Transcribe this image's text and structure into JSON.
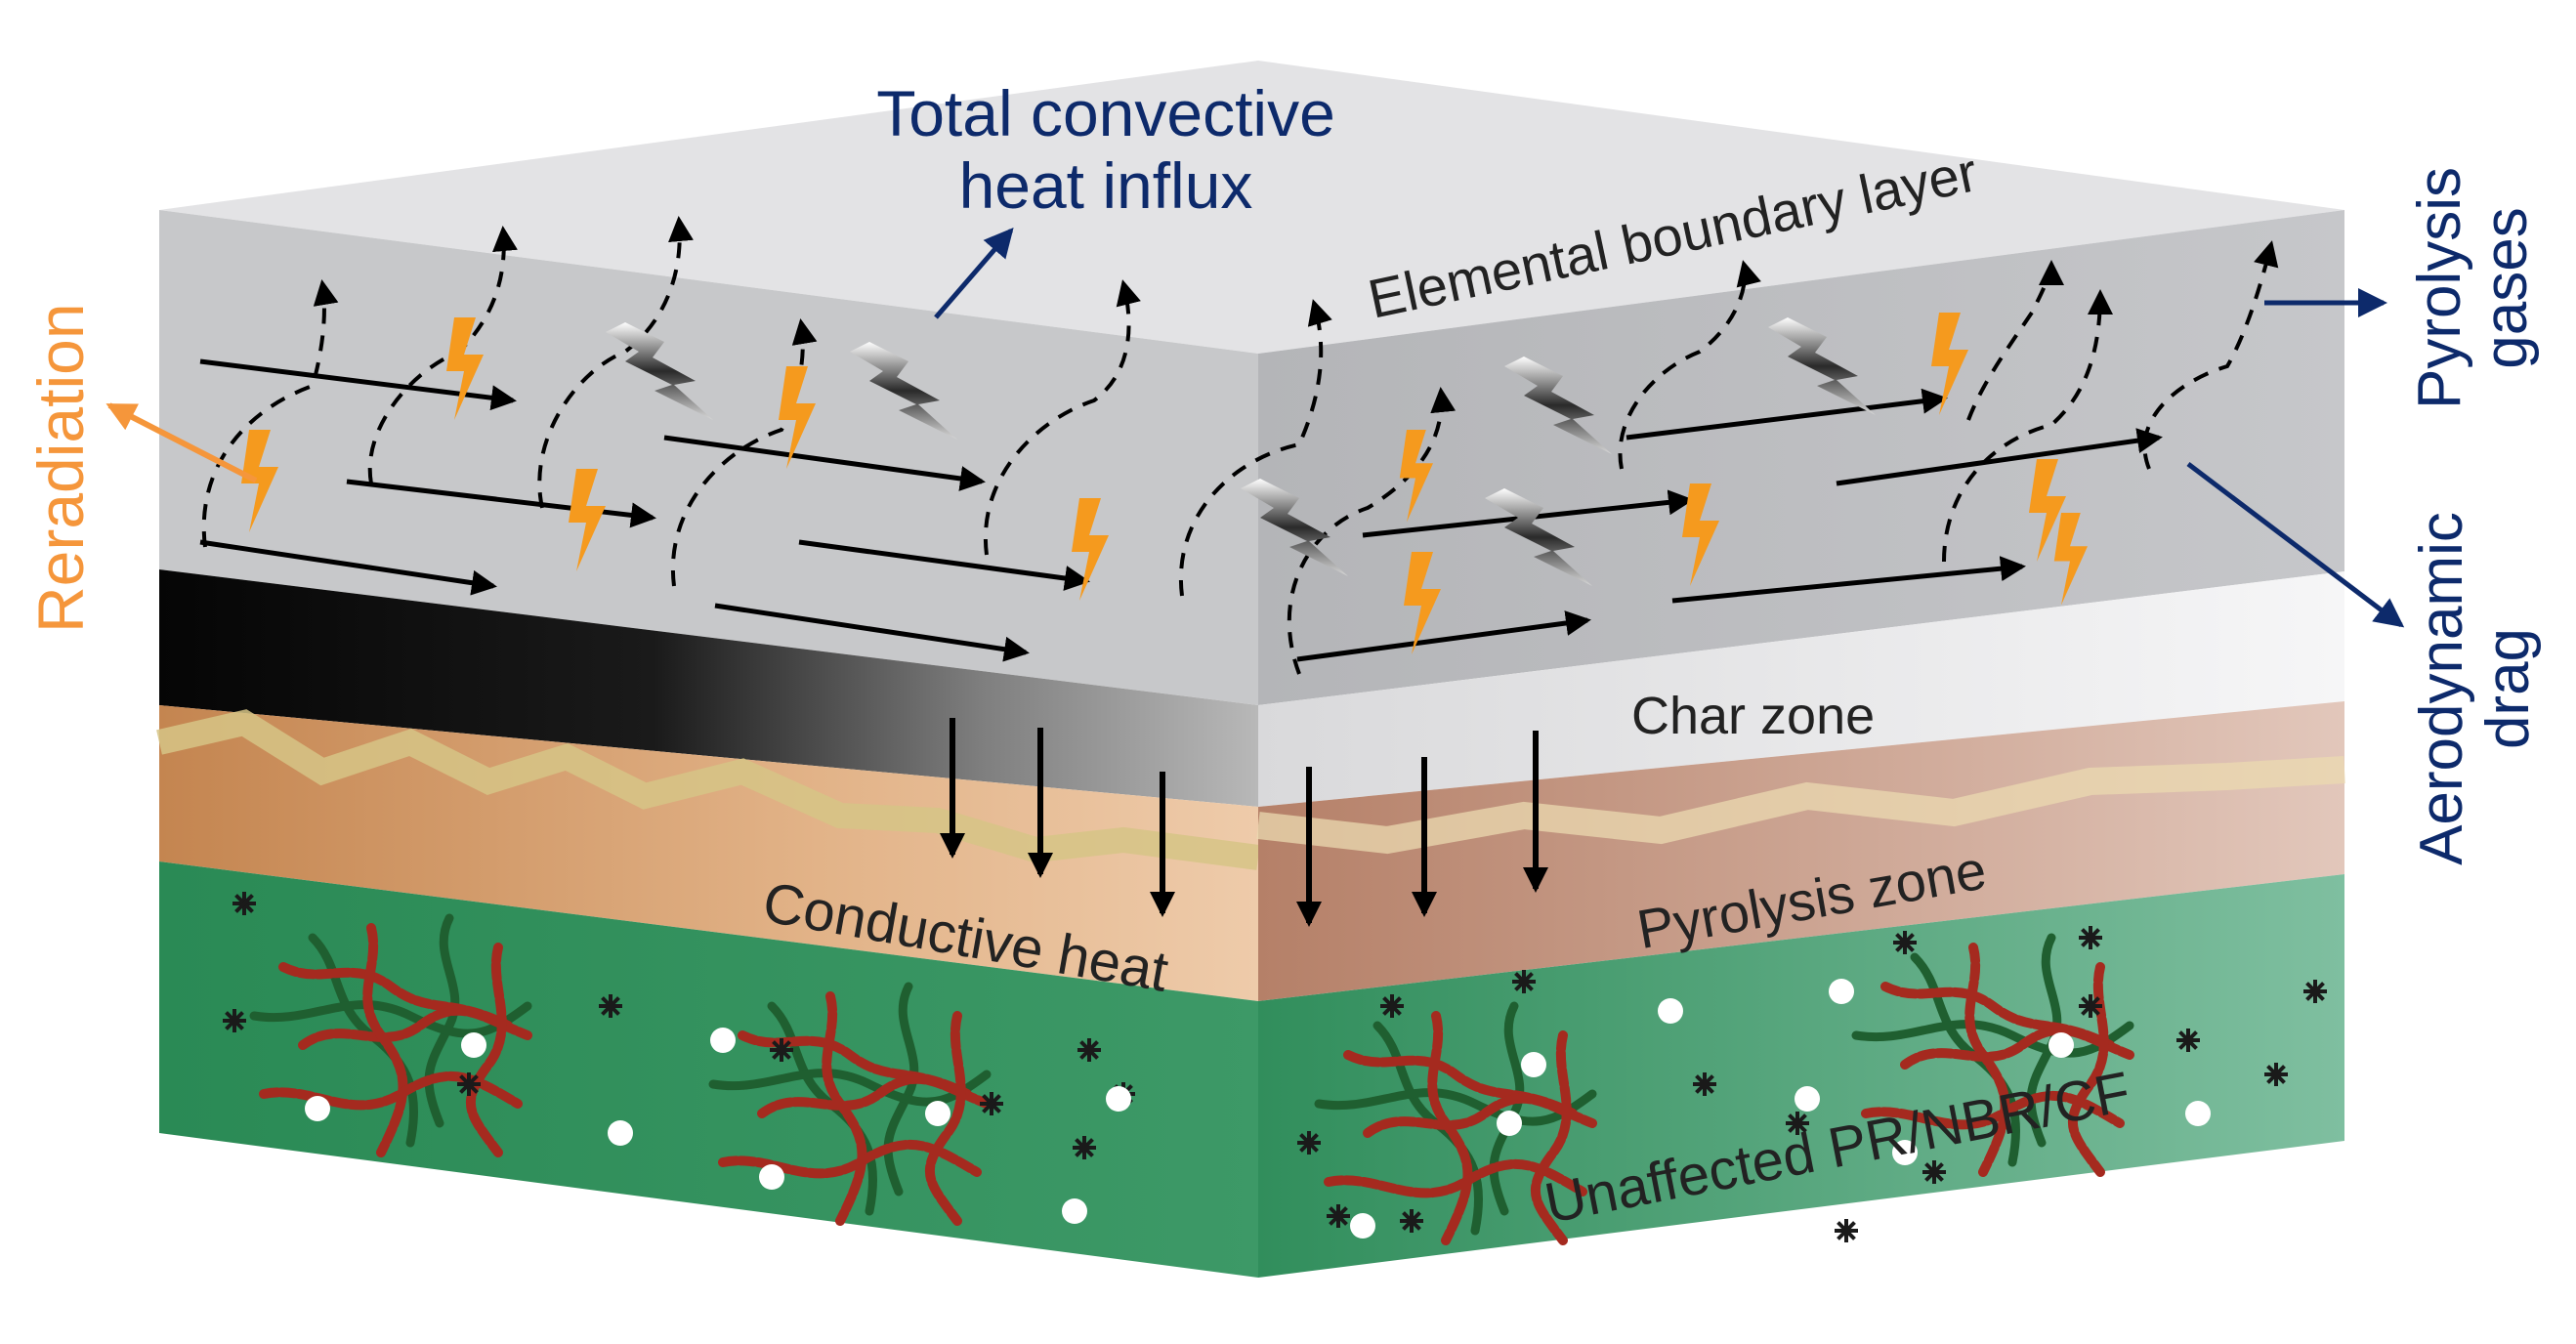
{
  "labels": {
    "total_convective_line1": "Total convective",
    "total_convective_line2": "heat influx",
    "elemental_boundary_layer": "Elemental boundary layer",
    "char_zone": "Char zone",
    "pyrolysis_zone": "Pyrolysis zone",
    "conductive_heat": "Conductive heat",
    "unaffected": "Unaffected PR/NBR/CF",
    "reradiation": "Reradiation",
    "pyrolysis_gases_line1": "Pyrolysis",
    "pyrolysis_gases_line2": "gases",
    "aerodynamic_drag_line1": "Aerodynamic",
    "aerodynamic_drag_line2": "drag"
  },
  "colors": {
    "label_navy": "#0d2a6b",
    "label_orange": "#f5963b",
    "boundary_layer_gray": "#c7c8ca",
    "top_face": "#e3e3e5",
    "char_black": "#0a0a0a",
    "pyrolysis_tan": "#d9a677",
    "pyrolysis_brown": "#a06f55",
    "composite_green": "#2f8b5a",
    "spark_orange": "#f59a1e",
    "fiber_red": "#a52a1f",
    "fiber_green": "#1f5f30"
  },
  "icons": [
    "flow-arrow-icon",
    "dashed-gas-arrow-icon",
    "lightning-spark-icon",
    "heat-bolt-icon",
    "conduction-arrow-icon",
    "filler-dot-icon",
    "asterisk-particle-icon",
    "fiber-strand-icon"
  ]
}
